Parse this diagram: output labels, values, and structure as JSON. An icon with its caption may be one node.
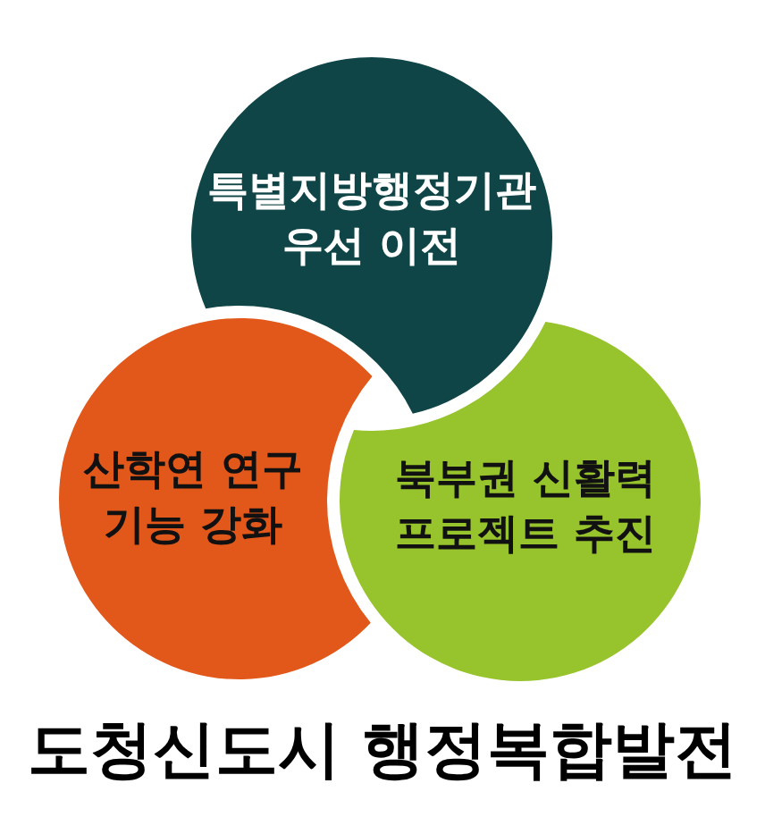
{
  "diagram": {
    "title": "도청신도시 행정복합발전",
    "nodes": [
      {
        "text": [
          "특별지방행정기관 우선 이전"
        ]
      },
      {
        "text": [
          "산학연 연구 기능 강화"
        ]
      },
      {
        "text": [
          "북부권 신활력 프로젝트 추진"
        ]
      }
    ]
  }
}
